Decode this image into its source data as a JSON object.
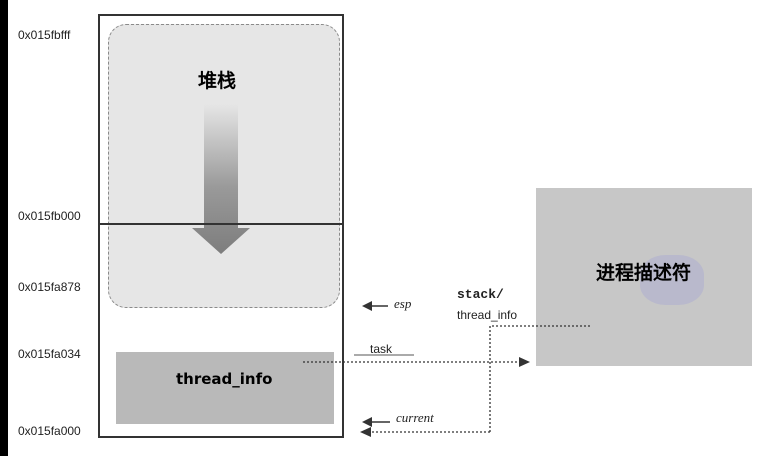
{
  "addresses": {
    "top": "0x015fbfff",
    "base": "0x015fb000",
    "stack_low": "0x015fa878",
    "task_field": "0x015fa034",
    "bottom": "0x015fa000"
  },
  "stack": {
    "title": "堆栈"
  },
  "thread_info": {
    "label": "thread_info"
  },
  "pointers": {
    "esp": "esp",
    "task": "task",
    "current": "current",
    "stack_field": "stack/",
    "thread_info_field": "thread_info"
  },
  "descriptor": {
    "label": "进程描述符"
  },
  "colors": {
    "background": "#ffffff",
    "frame": "#000000",
    "stack_fill": "#e6e6e6",
    "thread_info_fill": "#b9b9b9",
    "descriptor_fill": "#c7c7c7"
  },
  "icons": {
    "growth_arrow": "down-arrow-icon"
  }
}
